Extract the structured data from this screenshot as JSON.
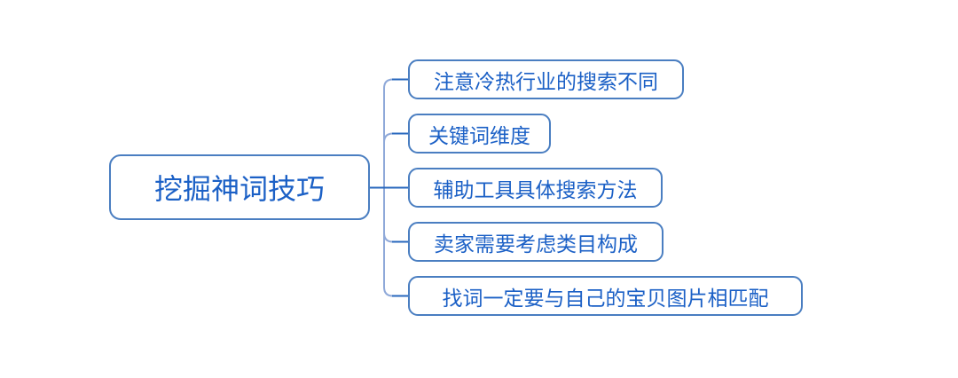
{
  "diagram": {
    "type": "mindmap",
    "root": {
      "label": "挖掘神词技巧"
    },
    "children": [
      {
        "label": "注意冷热行业的搜索不同"
      },
      {
        "label": "关键词维度"
      },
      {
        "label": "辅助工具具体搜索方法"
      },
      {
        "label": "卖家需要考虑类目构成"
      },
      {
        "label": "找词一定要与自己的宝贝图片相匹配"
      }
    ],
    "colors": {
      "background": "#ffffff",
      "node_border": "#4a7ec1",
      "node_fill": "#ffffff",
      "node_text": "#1b60c6",
      "connector_trunk": "#8fa9d9",
      "connector_branch": "#2767bd"
    }
  }
}
